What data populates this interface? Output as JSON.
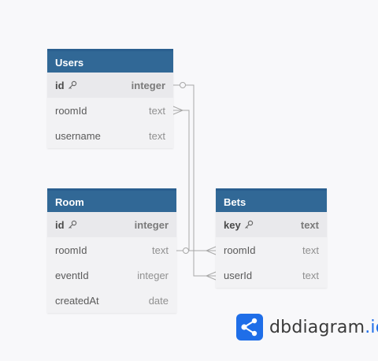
{
  "colors": {
    "header": "#316896",
    "connector": "#a8a8a8",
    "brand": "#1f6ee8"
  },
  "tables": {
    "users": {
      "name": "Users",
      "fields": [
        {
          "name": "id",
          "type": "integer",
          "primary_key": true
        },
        {
          "name": "roomId",
          "type": "text"
        },
        {
          "name": "username",
          "type": "text"
        }
      ]
    },
    "room": {
      "name": "Room",
      "fields": [
        {
          "name": "id",
          "type": "integer",
          "primary_key": true
        },
        {
          "name": "roomId",
          "type": "text"
        },
        {
          "name": "eventId",
          "type": "integer"
        },
        {
          "name": "createdAt",
          "type": "date"
        }
      ]
    },
    "bets": {
      "name": "Bets",
      "fields": [
        {
          "name": "key",
          "type": "text",
          "primary_key": true
        },
        {
          "name": "roomId",
          "type": "text"
        },
        {
          "name": "userId",
          "type": "text"
        }
      ]
    }
  },
  "relationships": [
    {
      "from": "Users.id",
      "to": "Bets.userId",
      "type": "one-to-many"
    },
    {
      "from": "Room.roomId",
      "to": "Bets.roomId",
      "type": "one-to-many"
    },
    {
      "from": "Room.roomId",
      "to": "Users.roomId",
      "type": "one-to-many"
    }
  ],
  "brand": {
    "name": "dbdiagram",
    "suffix": ".io",
    "logo_icon": "dbdiagram-logo-icon"
  }
}
